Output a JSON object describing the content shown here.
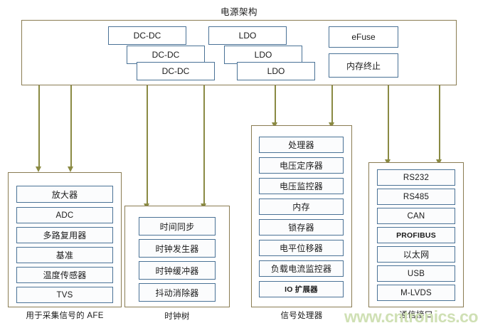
{
  "title": "电源架构",
  "power_block": {
    "name": "power-architecture-block",
    "dcdc": [
      {
        "label": "DC-DC"
      },
      {
        "label": "DC-DC"
      },
      {
        "label": "DC-DC"
      }
    ],
    "ldo": [
      {
        "label": "LDO"
      },
      {
        "label": "LDO"
      },
      {
        "label": "LDO"
      }
    ],
    "misc": [
      {
        "label": "eFuse"
      },
      {
        "label": "内存终止"
      }
    ]
  },
  "groups": [
    {
      "id": "afe",
      "caption": "用于采集信号的 AFE",
      "items": [
        {
          "label": "放大器"
        },
        {
          "label": "ADC"
        },
        {
          "label": "多路复用器"
        },
        {
          "label": "基准"
        },
        {
          "label": "温度传感器"
        },
        {
          "label": "TVS"
        }
      ]
    },
    {
      "id": "clock-tree",
      "caption": "时钟树",
      "items": [
        {
          "label": "时间同步"
        },
        {
          "label": "时钟发生器"
        },
        {
          "label": "时钟缓冲器"
        },
        {
          "label": "抖动消除器"
        }
      ]
    },
    {
      "id": "signal-processor",
      "caption": "信号处理器",
      "items": [
        {
          "label": "处理器"
        },
        {
          "label": "电压定序器"
        },
        {
          "label": "电压监控器"
        },
        {
          "label": "内存"
        },
        {
          "label": "锁存器"
        },
        {
          "label": "电平位移器"
        },
        {
          "label": "负载电流监控器"
        },
        {
          "label": "IO 扩展器"
        }
      ]
    },
    {
      "id": "comm-interface",
      "caption": "通信接口",
      "items": [
        {
          "label": "RS232"
        },
        {
          "label": "RS485"
        },
        {
          "label": "CAN"
        },
        {
          "label": "PROFIBUS"
        },
        {
          "label": "以太网"
        },
        {
          "label": "USB"
        },
        {
          "label": "M-LVDS"
        }
      ]
    }
  ],
  "watermark": "www.cntronics.com",
  "colors": {
    "frame_border": "#8a7c52",
    "cell_border": "#4a7296",
    "arrow": "#8a8a43",
    "watermark": "#cfe0b4"
  }
}
